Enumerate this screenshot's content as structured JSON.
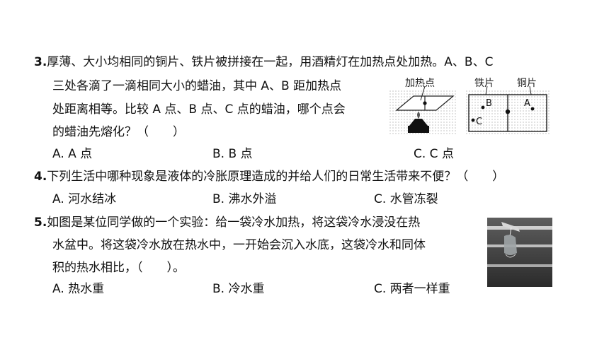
{
  "q3": {
    "number": "3.",
    "line1": "厚薄、大小均相同的铜片、铁片被拼接在一起，用酒精灯在加热点处加热。A、B、C",
    "line2": "三处各滴了一滴相同大小的蜡油，其中 A、B 距加热点",
    "line3": "处距离相等。比较 A 点、B 点、C 点的蜡油，哪个点会",
    "line4": "的蜡油先熔化？（　　）",
    "options": [
      "A. A 点",
      "B. B 点",
      "C. C 点"
    ],
    "figure": {
      "label_heat": "加热点",
      "label_iron": "铁片",
      "label_copper": "铜片",
      "label_a": "A",
      "label_b": "B",
      "label_c": "C"
    }
  },
  "q4": {
    "number": "4.",
    "text": "下列生活中哪种现象是液体的冷胀原理造成的并给人们的日常生活带来不便？（　　）",
    "options": [
      "A. 河水结冰",
      "B. 沸水外溢",
      "C. 水管冻裂"
    ]
  },
  "q5": {
    "number": "5.",
    "line1": "如图是某位同学做的一个实验：给一袋冷水加热，将这袋冷水浸没在热",
    "line2": "水盆中。将这袋冷水放在热水中，一开始会沉入水底，这袋冷水和同体",
    "line3": "积的热水相比，（　　）。",
    "options": [
      "A. 热水重",
      "B. 冷水重",
      "C. 两者一样重"
    ]
  }
}
